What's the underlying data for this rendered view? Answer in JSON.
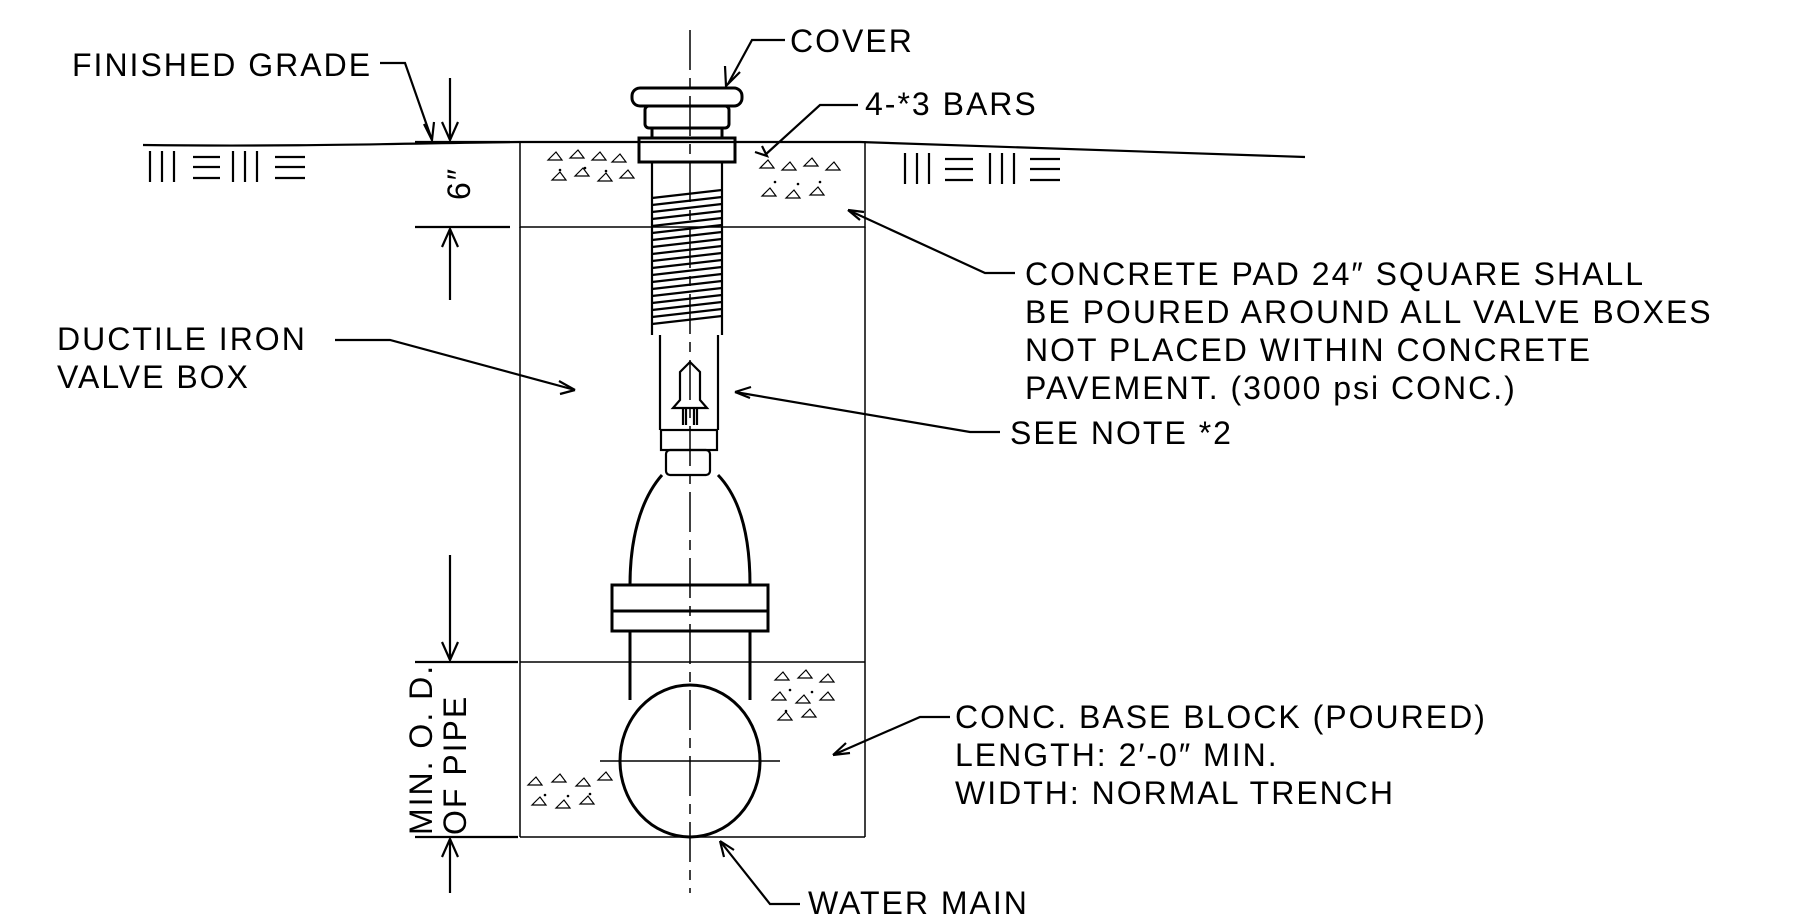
{
  "labels": {
    "finished_grade": "FINISHED GRADE",
    "cover": "COVER",
    "bars": "4-*3 BARS",
    "six_inch": "6″",
    "ductile_line1": "DUCTILE IRON",
    "ductile_line2": "VALVE BOX",
    "pad_line1": "CONCRETE PAD 24″ SQUARE SHALL",
    "pad_line2": "BE POURED AROUND ALL VALVE BOXES",
    "pad_line3": "NOT PLACED WITHIN CONCRETE",
    "pad_line4": "PAVEMENT. (3000 psi CONC.)",
    "see_note": "SEE NOTE *2",
    "min_od_line1": "MIN. O. D.",
    "min_od_line2": "OF PIPE",
    "base_line1": "CONC. BASE BLOCK (POURED)",
    "base_line2": "LENGTH: 2′-0″ MIN.",
    "base_line3": "WIDTH: NORMAL TRENCH",
    "water_main": "WATER MAIN"
  }
}
